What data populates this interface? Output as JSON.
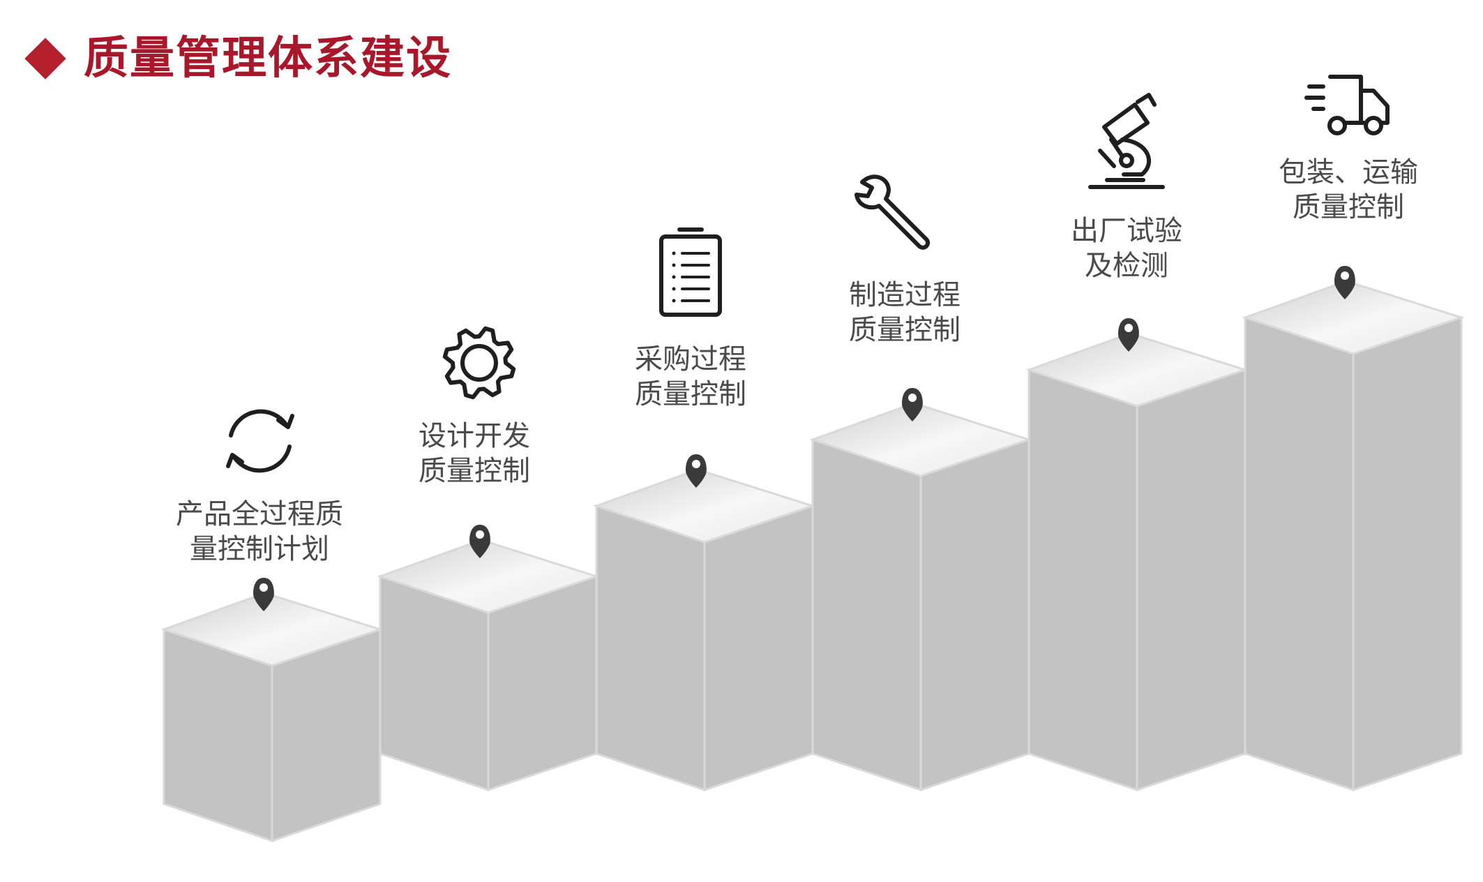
{
  "title": "质量管理体系建设",
  "colors": {
    "accent": "#b3202b",
    "cube_side": "#c3c3c3",
    "cube_top_light": "#f7f7f7",
    "cube_top_dark": "#cfcfcf",
    "edge": "#d9d9d9",
    "pin": "#3a3a3a",
    "icon": "#1f1f1f",
    "label": "#4a4a4a"
  },
  "steps": [
    {
      "icon": "refresh-icon",
      "lines": [
        "产品全过程质",
        "量控制计划"
      ]
    },
    {
      "icon": "gear-icon",
      "lines": [
        "设计开发",
        "质量控制"
      ]
    },
    {
      "icon": "clipboard-icon",
      "lines": [
        "采购过程",
        "质量控制"
      ]
    },
    {
      "icon": "wrench-icon",
      "lines": [
        "制造过程",
        "质量控制"
      ]
    },
    {
      "icon": "microscope-icon",
      "lines": [
        "出厂试验",
        "及检测"
      ]
    },
    {
      "icon": "delivery-truck-icon",
      "lines": [
        "包装、运输",
        "质量控制"
      ]
    }
  ]
}
